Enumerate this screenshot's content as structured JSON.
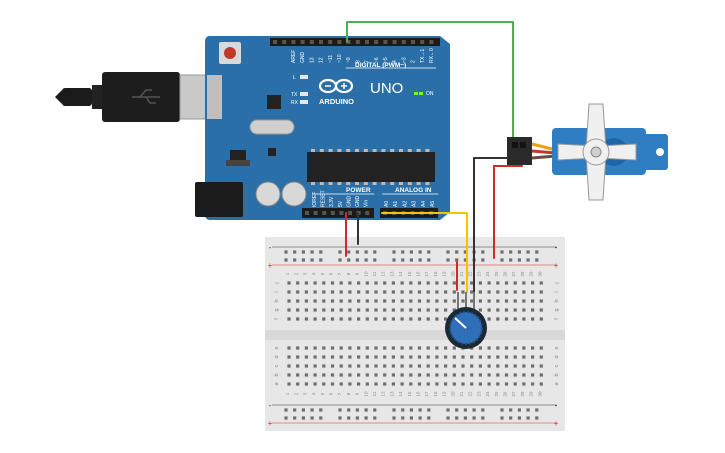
{
  "arduino": {
    "brand": "ARDUINO",
    "model": "UNO",
    "on_label": "ON",
    "digital_label": "DIGITAL (PWM~)",
    "power_label": "POWER",
    "analog_label": "ANALOG IN",
    "led_l": "L",
    "led_tx": "TX",
    "led_rx": "RX",
    "digital_pins": [
      "AREF",
      "GND",
      "13",
      "12",
      "~11",
      "~10",
      "~9",
      "8",
      "7",
      "~6",
      "~5",
      "4",
      "~3",
      "2",
      "TX→1",
      "RX←0"
    ],
    "power_pins": [
      "IOREF",
      "RESET",
      "3.3V",
      "5V",
      "GND",
      "GND",
      "Vin"
    ],
    "analog_pins": [
      "A0",
      "A1",
      "A2",
      "A3",
      "A4",
      "A5"
    ]
  },
  "breadboard": {
    "columns": 30,
    "row_letters_top": [
      "j",
      "i",
      "h",
      "g",
      "f"
    ],
    "row_letters_bottom": [
      "e",
      "d",
      "c",
      "b",
      "a"
    ],
    "rail_minus": "-",
    "rail_plus": "+"
  },
  "colors": {
    "board": "#2a6fa8",
    "wire_red": "#d12a2a",
    "wire_black": "#333333",
    "wire_yellow": "#f2c400",
    "wire_green": "#4caf50",
    "servo": "#2f7ec4",
    "pot": "#2f6fb7"
  }
}
